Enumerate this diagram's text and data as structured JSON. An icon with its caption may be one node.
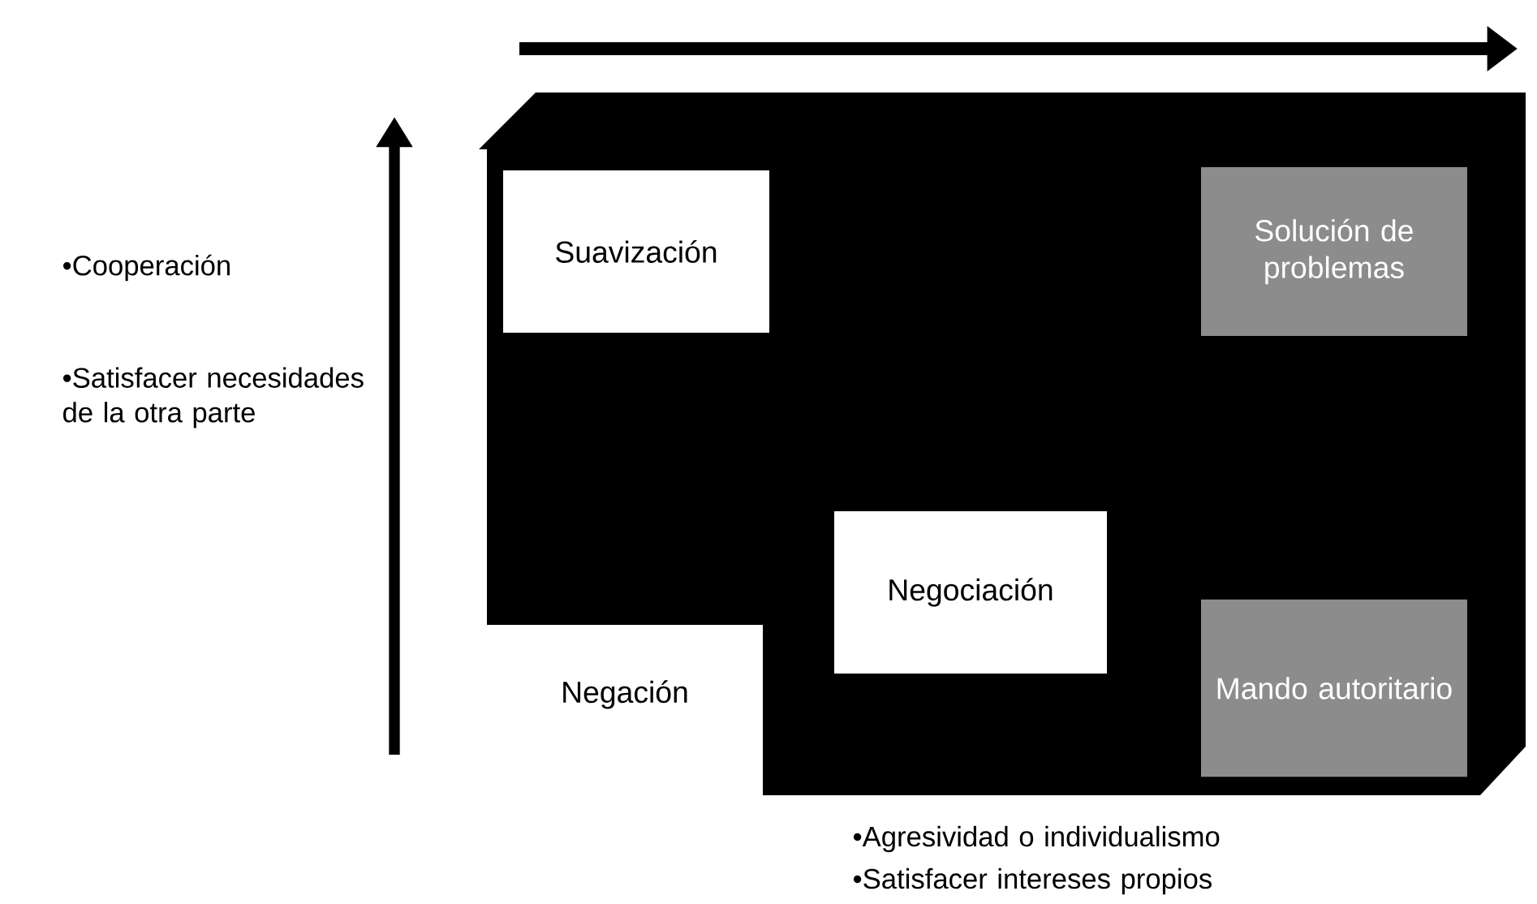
{
  "diagram": {
    "nodes": [
      {
        "text": [
          "Suavización"
        ]
      },
      {
        "text": [
          "Solución de problemas"
        ]
      },
      {
        "text": [
          "Negociación"
        ]
      },
      {
        "text": [
          "Negación"
        ]
      },
      {
        "text": [
          "Mando autoritario"
        ]
      }
    ],
    "labels": [
      "•Cooperación",
      "•Satisfacer necesidades de la otra parte",
      "•Agresividad o individualismo",
      "•Satisfacer intereses propios"
    ]
  }
}
